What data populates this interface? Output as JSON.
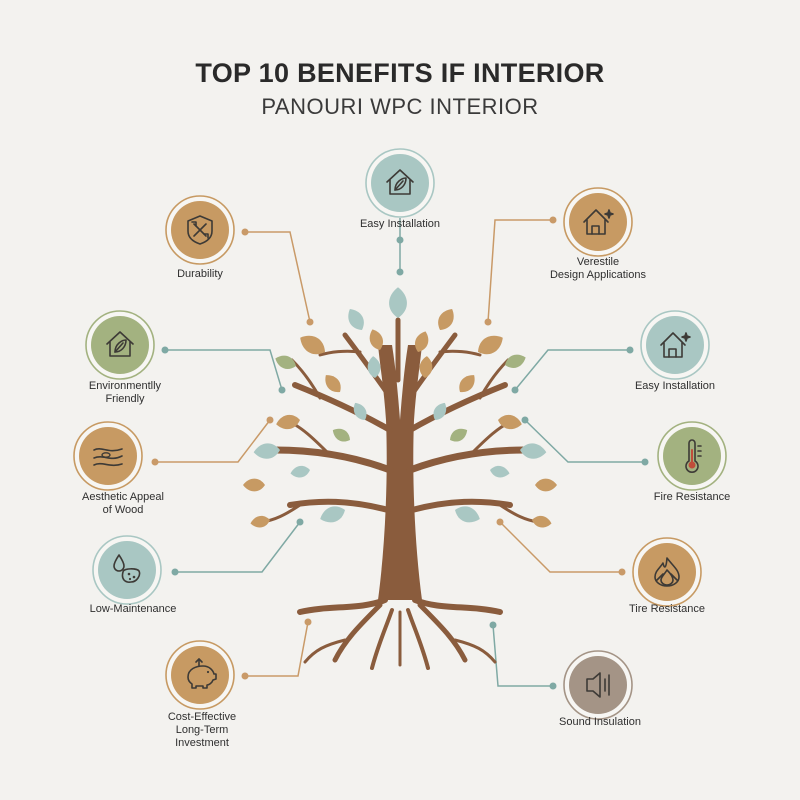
{
  "title": "TOP 10 BENEFITS IF INTERIOR",
  "subtitle": "PANOURI WPC INTERIOR",
  "colors": {
    "sage": "#a3b280",
    "teal": "#a9c7c3",
    "tan": "#c79a63",
    "taupe": "#a49486",
    "trunk": "#8a5c3d",
    "line_teal": "#7fa9a4",
    "line_tan": "#c99a68"
  },
  "benefits": [
    {
      "id": "top",
      "label": "Easy Installation",
      "icon": "house-leaf-icon",
      "color": "teal"
    },
    {
      "id": "l1",
      "label": "Durability",
      "icon": "tools-shield-icon",
      "color": "tan"
    },
    {
      "id": "r1",
      "label": "Verestile\nDesign Applications",
      "icon": "house-sparkle-icon",
      "color": "tan"
    },
    {
      "id": "l2",
      "label": "Environmentlly\nFriendly",
      "icon": "house-leaf-icon",
      "color": "sage"
    },
    {
      "id": "r2",
      "label": "Easy Installation",
      "icon": "house-sparkle-icon",
      "color": "teal"
    },
    {
      "id": "l3",
      "label": "Aesthetic Appeal\nof Wood",
      "icon": "wood-grain-icon",
      "color": "tan"
    },
    {
      "id": "r3",
      "label": "Fire Resistance",
      "icon": "thermometer-icon",
      "color": "sage"
    },
    {
      "id": "l4",
      "label": "Low-Maintenance",
      "icon": "droplet-sponge-icon",
      "color": "teal"
    },
    {
      "id": "r4",
      "label": "Tire Resistance",
      "icon": "flame-icon",
      "color": "tan"
    },
    {
      "id": "l5",
      "label": "Cost-Effective\nLong-Term\nInvestment",
      "icon": "piggy-bank-icon",
      "color": "tan"
    },
    {
      "id": "r5",
      "label": "Sound Insulation",
      "icon": "speaker-icon",
      "color": "taupe"
    }
  ]
}
